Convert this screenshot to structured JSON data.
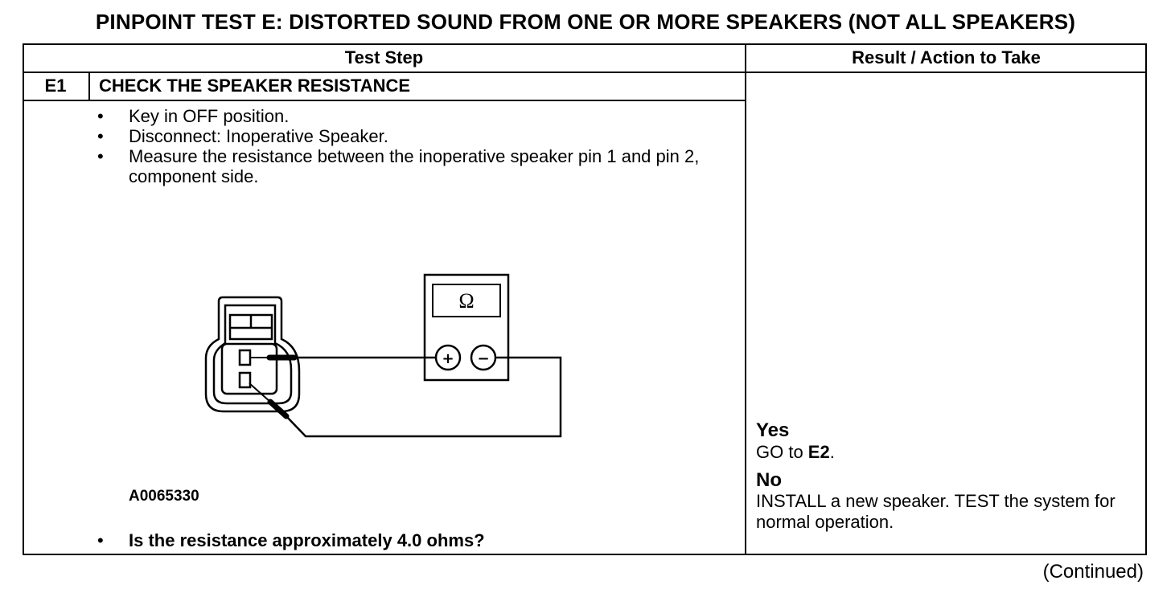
{
  "title": "PINPOINT TEST E: DISTORTED SOUND FROM ONE OR MORE SPEAKERS (NOT ALL SPEAKERS)",
  "table": {
    "col_test_step": "Test Step",
    "col_result": "Result / Action to Take"
  },
  "step": {
    "id": "E1",
    "heading": "CHECK THE SPEAKER RESISTANCE",
    "bullets": [
      "Key in OFF position.",
      "Disconnect: Inoperative Speaker.",
      "Measure the resistance between the inoperative speaker pin 1 and pin 2, component side."
    ],
    "figure_id": "A0065330",
    "question": "Is the resistance approximately 4.0 ohms?"
  },
  "meter": {
    "symbol": "Ω",
    "plus": "+",
    "minus": "−"
  },
  "result": {
    "yes_label": "Yes",
    "yes_action_prefix": "GO to ",
    "yes_action_target": "E2",
    "yes_action_suffix": ".",
    "no_label": "No",
    "no_action": "INSTALL a new speaker. TEST the system for normal operation."
  },
  "footer": {
    "continued": "(Continued)"
  }
}
